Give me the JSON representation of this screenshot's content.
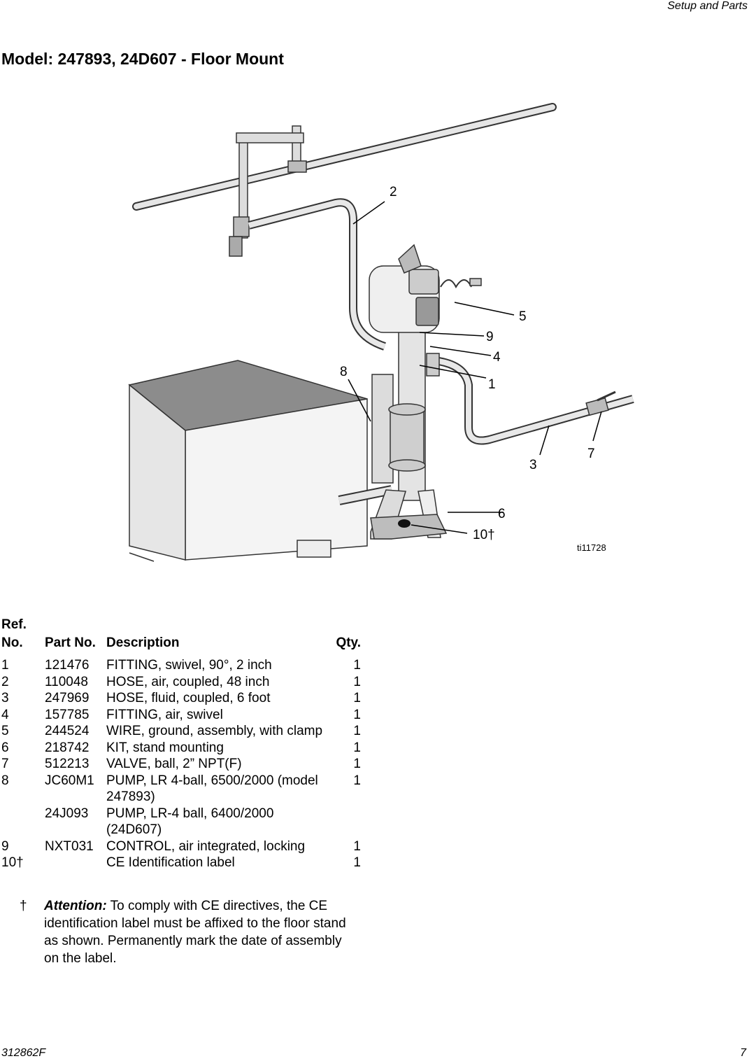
{
  "header": {
    "section": "Setup and Parts"
  },
  "page_title": "Model: 247893, 24D607 - Floor Mount",
  "figure": {
    "figure_id": "ti11728",
    "callouts": [
      "2",
      "5",
      "9",
      "4",
      "8",
      "1",
      "7",
      "3",
      "6",
      "10†"
    ]
  },
  "parts_table": {
    "headers": {
      "ref_line1": "Ref.",
      "ref_line2": "No.",
      "part_no": "Part No.",
      "description": "Description",
      "qty": "Qty."
    },
    "rows": [
      {
        "ref": "1",
        "part": "121476",
        "desc": "FITTING, swivel, 90°, 2 inch",
        "qty": "1"
      },
      {
        "ref": "2",
        "part": "110048",
        "desc": "HOSE, air, coupled, 48 inch",
        "qty": "1"
      },
      {
        "ref": "3",
        "part": "247969",
        "desc": "HOSE, fluid, coupled, 6 foot",
        "qty": "1"
      },
      {
        "ref": "4",
        "part": "157785",
        "desc": "FITTING, air, swivel",
        "qty": "1"
      },
      {
        "ref": "5",
        "part": "244524",
        "desc": "WIRE, ground, assembly, with clamp",
        "qty": "1"
      },
      {
        "ref": "6",
        "part": "218742",
        "desc": "KIT, stand mounting",
        "qty": "1"
      },
      {
        "ref": "7",
        "part": "512213",
        "desc": "VALVE, ball, 2” NPT(F)",
        "qty": "1"
      },
      {
        "ref": "8",
        "part": "JC60M1",
        "desc": "PUMP, LR 4-ball, 6500/2000 (model 247893)",
        "qty": "1"
      },
      {
        "ref": "",
        "part": "24J093",
        "desc": "PUMP, LR-4 ball, 6400/2000 (24D607)",
        "qty": ""
      },
      {
        "ref": "9",
        "part": "NXT031",
        "desc": "CONTROL, air integrated, locking",
        "qty": "1"
      },
      {
        "ref": "10†",
        "part": "",
        "desc": "CE Identification label",
        "qty": "1"
      }
    ]
  },
  "note": {
    "symbol": "†",
    "label": "Attention:",
    "text": "To comply with CE directives, the CE identification label must be affixed to the floor stand as shown. Permanently mark the date of assembly on the label."
  },
  "footer": {
    "doc_number": "312862F",
    "page_number": "7"
  }
}
